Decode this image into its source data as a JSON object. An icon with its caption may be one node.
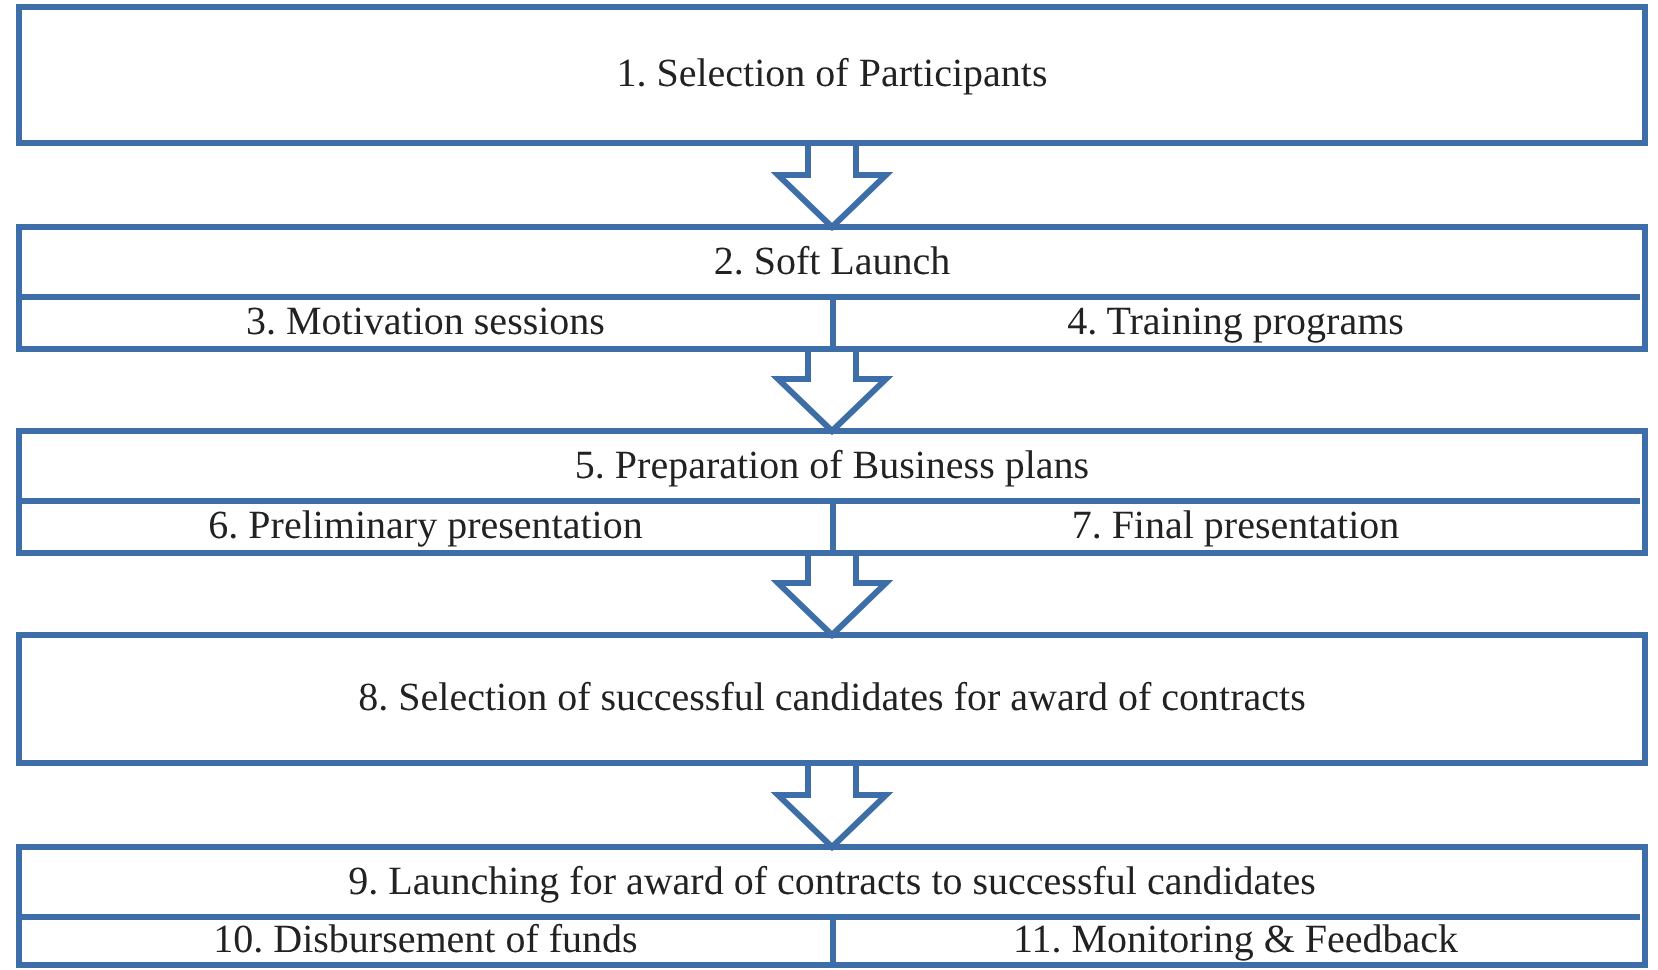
{
  "diagram": {
    "nodes": [
      {
        "text": [
          "1. Selection of Participants"
        ]
      },
      {
        "text": [
          "2. Soft Launch"
        ]
      },
      {
        "text": [
          "3. Motivation sessions"
        ],
        "in": 1
      },
      {
        "text": [
          "4. Training programs"
        ],
        "in": 1
      },
      {
        "text": [
          "5. Preparation of Business plans"
        ]
      },
      {
        "text": [
          "6. Preliminary presentation"
        ],
        "in": 4
      },
      {
        "text": [
          "7. Final presentation"
        ],
        "in": 4
      },
      {
        "text": [
          "8. Selection of successful candidates for award of contracts"
        ]
      },
      {
        "text": [
          "9. Launching for award of contracts to successful candidates"
        ]
      },
      {
        "text": [
          "10. Disbursement of funds"
        ],
        "in": 8
      },
      {
        "text": [
          "11. Monitoring & Feedback"
        ],
        "in": 8
      }
    ],
    "edges": [
      {
        "from": 0,
        "to": 1,
        "arrow": "to"
      },
      {
        "from": 1,
        "to": 4,
        "arrow": "to"
      },
      {
        "from": 4,
        "to": 7,
        "arrow": "to"
      },
      {
        "from": 7,
        "to": 8,
        "arrow": "to"
      }
    ]
  }
}
